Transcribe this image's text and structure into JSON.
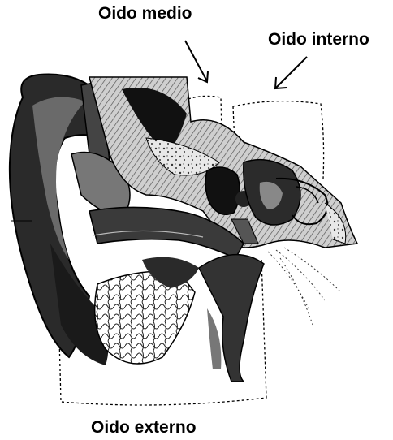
{
  "labels": {
    "middle_ear": "Oido medio",
    "inner_ear": "Oido interno",
    "outer_ear": "Oido externo"
  },
  "colors": {
    "ink": "#000000",
    "dark_fill": "#1a1a1a",
    "mid_fill": "#4a4a4a",
    "light_fill": "#9a9a9a",
    "paper": "#ffffff"
  }
}
